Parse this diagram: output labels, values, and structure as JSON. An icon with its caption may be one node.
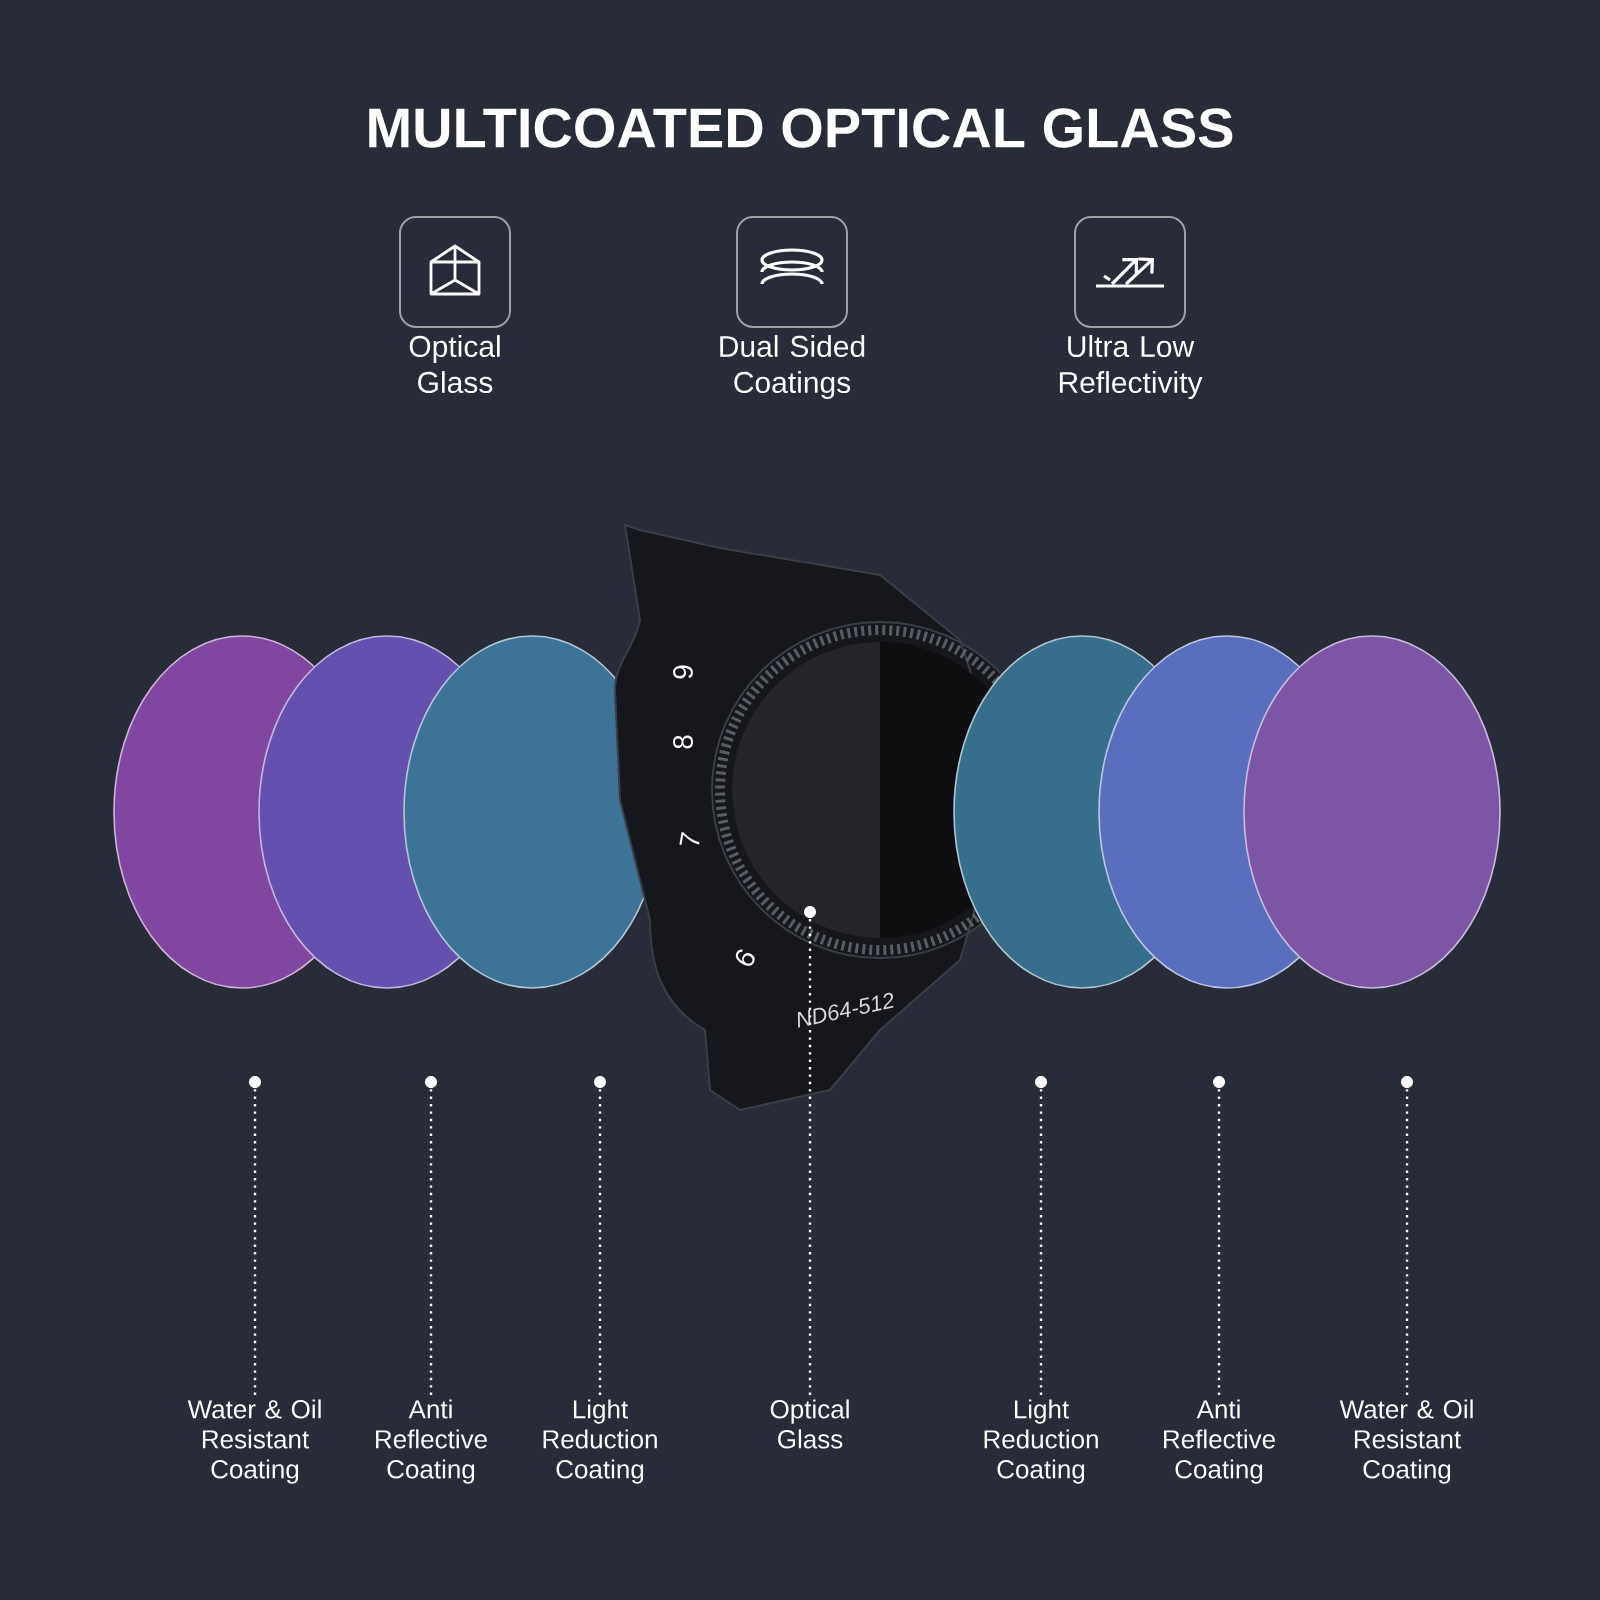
{
  "diagram": {
    "title": "MULTICOATED OPTICAL GLASS",
    "nodes": [
      {
        "text": [
          "Optical Glass"
        ]
      },
      {
        "text": [
          "Dual Sided Coatings"
        ]
      },
      {
        "text": [
          "Ultra Low Reflectivity"
        ]
      },
      {
        "text": [
          "Water & Oil Resistant Coating"
        ]
      },
      {
        "text": [
          "Anti Reflective Coating"
        ]
      },
      {
        "text": [
          "Light Reduction Coating"
        ]
      },
      {
        "text": [
          "Optical Glass"
        ]
      },
      {
        "text": [
          "Light Reduction Coating"
        ]
      },
      {
        "text": [
          "Anti Reflective Coating"
        ]
      },
      {
        "text": [
          "Water & Oil Resistant Coating"
        ]
      },
      {
        "text": [],
        "shape": "circle"
      },
      {
        "text": [],
        "shape": "circle"
      },
      {
        "text": [],
        "shape": "circle"
      },
      {
        "text": [],
        "shape": "circle"
      },
      {
        "text": [],
        "shape": "circle"
      },
      {
        "text": [],
        "shape": "circle"
      },
      {
        "text": [],
        "shape": "circle"
      }
    ],
    "edges": [
      {
        "from": 3,
        "to": 10,
        "arrow": "none"
      },
      {
        "from": 4,
        "to": 11,
        "arrow": "none"
      },
      {
        "from": 5,
        "to": 12,
        "arrow": "none"
      },
      {
        "from": 6,
        "to": 13,
        "arrow": "none"
      },
      {
        "from": 7,
        "to": 14,
        "arrow": "none"
      },
      {
        "from": 8,
        "to": 15,
        "arrow": "none"
      },
      {
        "from": 9,
        "to": 16,
        "arrow": "none"
      }
    ],
    "labels": [
      "9",
      "8",
      "7",
      "6",
      "ND64-512"
    ]
  }
}
